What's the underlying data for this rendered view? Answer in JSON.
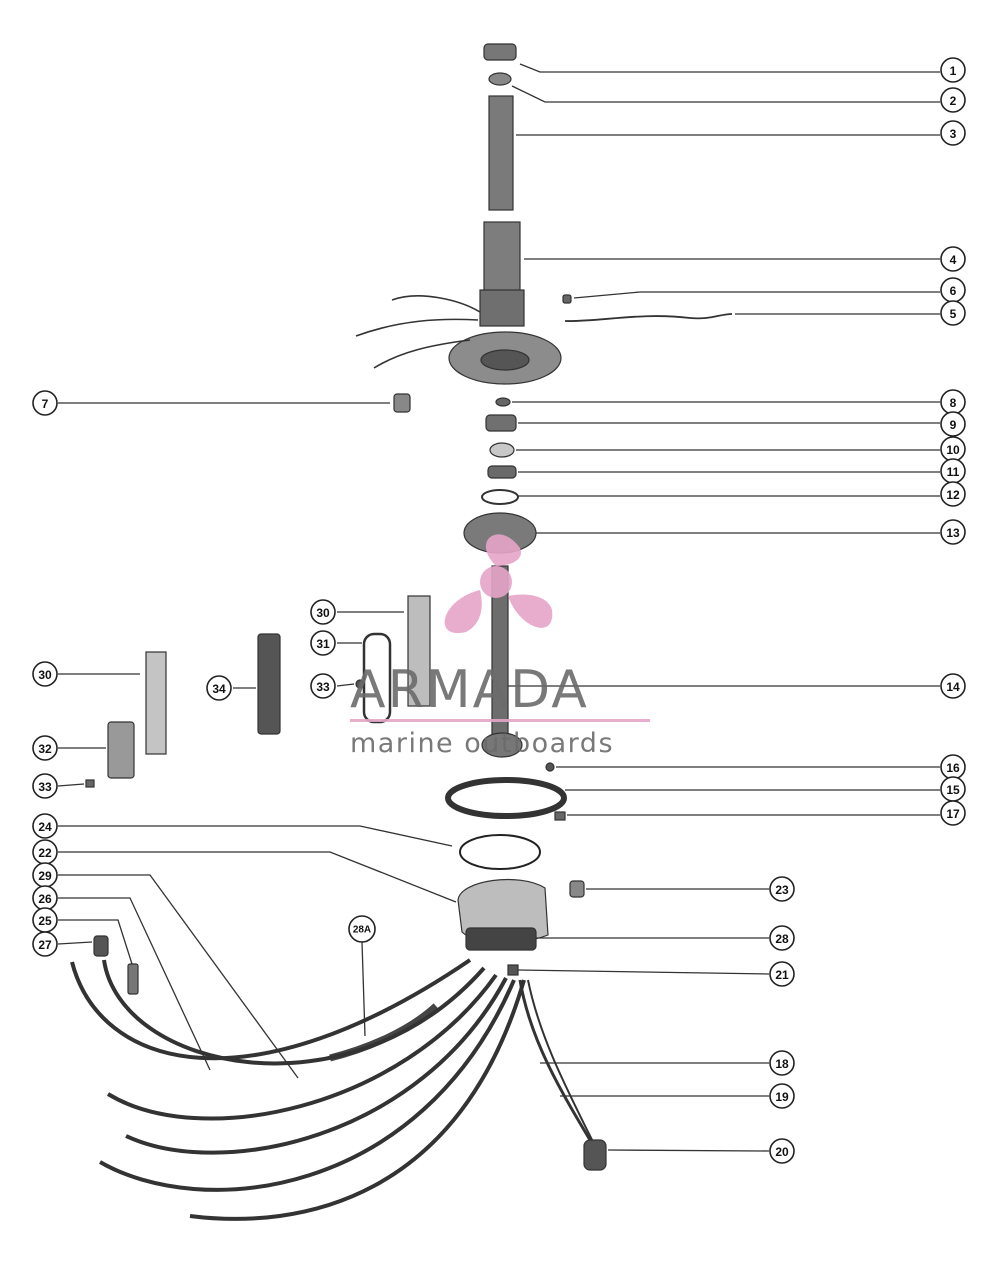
{
  "diagram": {
    "callouts": [
      {
        "label": "1"
      },
      {
        "label": "2"
      },
      {
        "label": "3"
      },
      {
        "label": "4"
      },
      {
        "label": "6"
      },
      {
        "label": "5"
      },
      {
        "label": "7"
      },
      {
        "label": "8"
      },
      {
        "label": "9"
      },
      {
        "label": "10"
      },
      {
        "label": "11"
      },
      {
        "label": "12"
      },
      {
        "label": "13"
      },
      {
        "label": "30"
      },
      {
        "label": "31"
      },
      {
        "label": "30"
      },
      {
        "label": "34"
      },
      {
        "label": "33"
      },
      {
        "label": "14"
      },
      {
        "label": "32"
      },
      {
        "label": "16"
      },
      {
        "label": "15"
      },
      {
        "label": "33"
      },
      {
        "label": "17"
      },
      {
        "label": "24"
      },
      {
        "label": "22"
      },
      {
        "label": "29"
      },
      {
        "label": "23"
      },
      {
        "label": "26"
      },
      {
        "label": "28A"
      },
      {
        "label": "25"
      },
      {
        "label": "28"
      },
      {
        "label": "27"
      },
      {
        "label": "21"
      },
      {
        "label": "18"
      },
      {
        "label": "19"
      },
      {
        "label": "20"
      }
    ]
  },
  "watermark": {
    "brand": "ARMADA",
    "tagline": "marine outboards",
    "accent_color": "#e6a5c8",
    "icon": "propeller-logo-icon"
  },
  "colors": {
    "line": "#222222",
    "part_fill": "#9a9a9a",
    "part_dark": "#555555",
    "part_light": "#cfcfcf"
  }
}
